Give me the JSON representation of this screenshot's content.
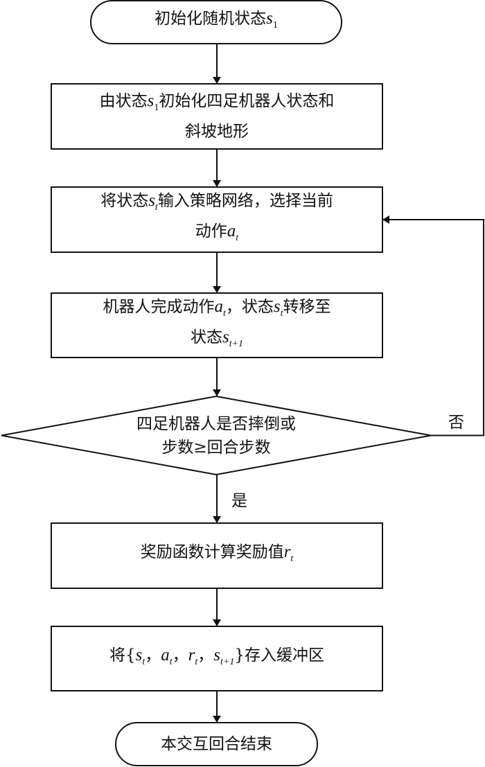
{
  "diagram": {
    "type": "flowchart",
    "line_color": "#111111",
    "background": "#ffffff",
    "nodes": [
      {
        "id": "start",
        "shape": "terminal",
        "lines": [
          [
            {
              "t": "初始化随机状态"
            },
            {
              "var": "s",
              "sub": "1"
            }
          ]
        ],
        "text": "初始化随机状态s1"
      },
      {
        "id": "init_robot",
        "shape": "process",
        "lines": [
          [
            {
              "t": "由状态"
            },
            {
              "var": "s",
              "sub": "1"
            },
            {
              "t": "初始化四足机器人状态和"
            }
          ],
          [
            {
              "t": "斜坡地形"
            }
          ]
        ],
        "text": "由状态s1初始化四足机器人状态和斜坡地形"
      },
      {
        "id": "select_action",
        "shape": "process",
        "lines": [
          [
            {
              "t": "将状态"
            },
            {
              "var": "s",
              "sub": "t"
            },
            {
              "t": "输入策略网络，选择当前"
            }
          ],
          [
            {
              "t": "动作"
            },
            {
              "var": "a",
              "sub": "t"
            }
          ]
        ],
        "text": "将状态st输入策略网络，选择当前动作at"
      },
      {
        "id": "execute_action",
        "shape": "process",
        "lines": [
          [
            {
              "t": "机器人完成动作"
            },
            {
              "var": "a",
              "sub": "t"
            },
            {
              "t": "，状态"
            },
            {
              "var": "s",
              "sub": "t"
            },
            {
              "t": "转移至"
            }
          ],
          [
            {
              "t": "状态"
            },
            {
              "var": "s",
              "sub": "t+1"
            }
          ]
        ],
        "text": "机器人完成动作at，状态st转移至状态st+1"
      },
      {
        "id": "check_done",
        "shape": "decision",
        "lines": [
          [
            {
              "t": "四足机器人是否摔倒或"
            }
          ],
          [
            {
              "t": "步数≥回合步数"
            }
          ]
        ],
        "text": "四足机器人是否摔倒或步数≥回合步数"
      },
      {
        "id": "compute_reward",
        "shape": "process",
        "lines": [
          [
            {
              "t": "奖励函数计算奖励值"
            },
            {
              "var": "r",
              "sub": "t"
            }
          ]
        ],
        "text": "奖励函数计算奖励值rt"
      },
      {
        "id": "store_buffer",
        "shape": "process",
        "lines": [
          [
            {
              "t": "将{"
            },
            {
              "var": "s",
              "sub": "t"
            },
            {
              "t": "，"
            },
            {
              "var": "a",
              "sub": "t"
            },
            {
              "t": "，"
            },
            {
              "var": "r",
              "sub": "t"
            },
            {
              "t": "，"
            },
            {
              "var": "s",
              "sub": "t+1"
            },
            {
              "t": "}存入缓冲区"
            }
          ]
        ],
        "text": "将{st，at，rt，st+1}存入缓冲区"
      },
      {
        "id": "end",
        "shape": "terminal",
        "lines": [
          [
            {
              "t": "本交互回合结束"
            }
          ]
        ],
        "text": "本交互回合结束"
      }
    ],
    "edges": [
      {
        "from": "start",
        "to": "init_robot",
        "label": ""
      },
      {
        "from": "init_robot",
        "to": "select_action",
        "label": ""
      },
      {
        "from": "select_action",
        "to": "execute_action",
        "label": ""
      },
      {
        "from": "execute_action",
        "to": "check_done",
        "label": ""
      },
      {
        "from": "check_done",
        "to": "compute_reward",
        "label": "是"
      },
      {
        "from": "check_done",
        "to": "select_action",
        "label": "否"
      },
      {
        "from": "compute_reward",
        "to": "store_buffer",
        "label": ""
      },
      {
        "from": "store_buffer",
        "to": "end",
        "label": ""
      }
    ]
  }
}
